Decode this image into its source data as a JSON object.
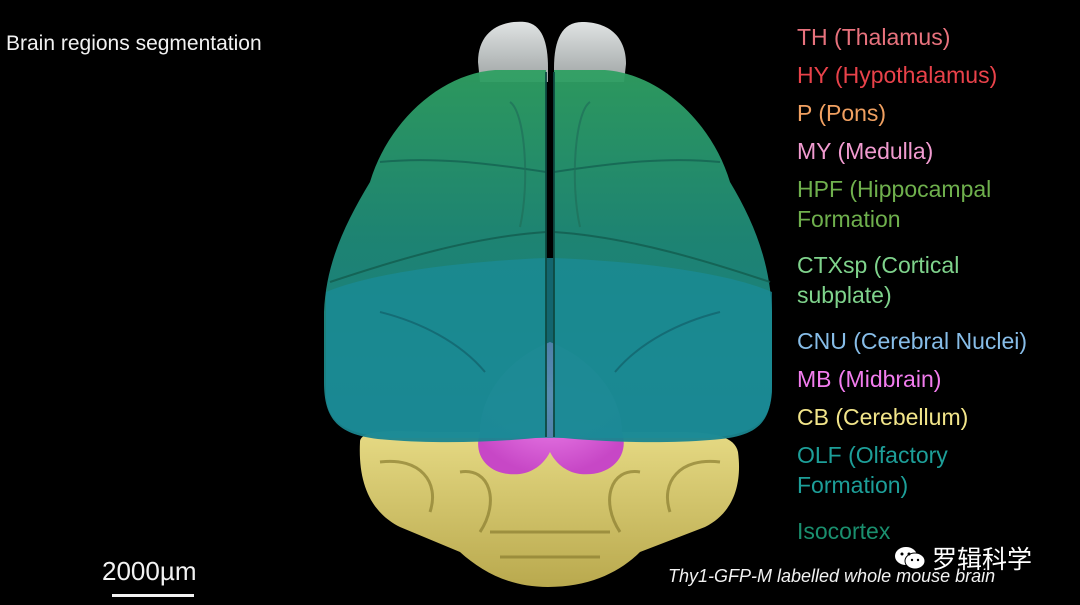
{
  "title": "Brain regions segmentation",
  "legend": [
    {
      "lines": [
        "TH (Thalamus)"
      ],
      "color": "#e8727d"
    },
    {
      "lines": [
        "HY (Hypothalamus)"
      ],
      "color": "#e9424a"
    },
    {
      "lines": [
        "P (Pons)"
      ],
      "color": "#f0a061"
    },
    {
      "lines": [
        "MY (Medulla)"
      ],
      "color": "#f19bd0"
    },
    {
      "lines": [
        "HPF (Hippocampal",
        "Formation"
      ],
      "color": "#6fb04d"
    },
    {
      "lines": [
        "CTXsp (Cortical",
        "subplate)"
      ],
      "color": "#7fd38c"
    },
    {
      "lines": [
        "CNU (Cerebral Nuclei)"
      ],
      "color": "#87bde8"
    },
    {
      "lines": [
        "MB (Midbrain)"
      ],
      "color": "#f27cee"
    },
    {
      "lines": [
        "CB (Cerebellum)"
      ],
      "color": "#f2e58a"
    },
    {
      "lines": [
        "OLF (Olfactory",
        "Formation)"
      ],
      "color": "#1d9f99"
    },
    {
      "lines": [
        "Isocortex"
      ],
      "color": "#1a8f6e"
    }
  ],
  "scale_bar": "2000µm",
  "caption": "Thy1-GFP-M labelled whole mouse brain",
  "watermark": {
    "text": "罗辑科学",
    "icon": "wechat-icon"
  },
  "colors": {
    "olfactory": "#c8cccc",
    "isocortex": "#2e9a6a",
    "isocortex_dark": "#23806a",
    "cnu": "#1d8e99",
    "midbrain": "#e25fe0",
    "cerebellum": "#d8cc6e"
  }
}
